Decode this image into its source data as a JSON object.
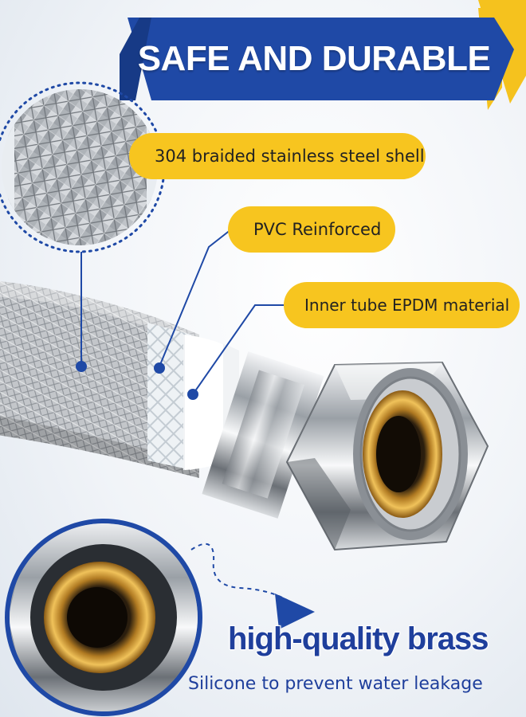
{
  "banner": {
    "title": "SAFE AND DURABLE"
  },
  "callouts": {
    "braided_shell": "304 braided stainless steel shell",
    "pvc": "PVC Reinforced",
    "inner_tube": "Inner tube EPDM material"
  },
  "footer": {
    "headline": "high-quality brass",
    "subline": "Silicone to prevent water leakage"
  },
  "colors": {
    "brand_blue": "#1f49a6",
    "accent_yellow": "#f7c51f",
    "text_dark": "#222222",
    "brass": "#c9902c"
  },
  "icons": {
    "zoom_braid": "braided-mesh-zoom-icon",
    "zoom_brass": "brass-fitting-zoom-icon",
    "arrow": "dotted-arrow-icon"
  }
}
